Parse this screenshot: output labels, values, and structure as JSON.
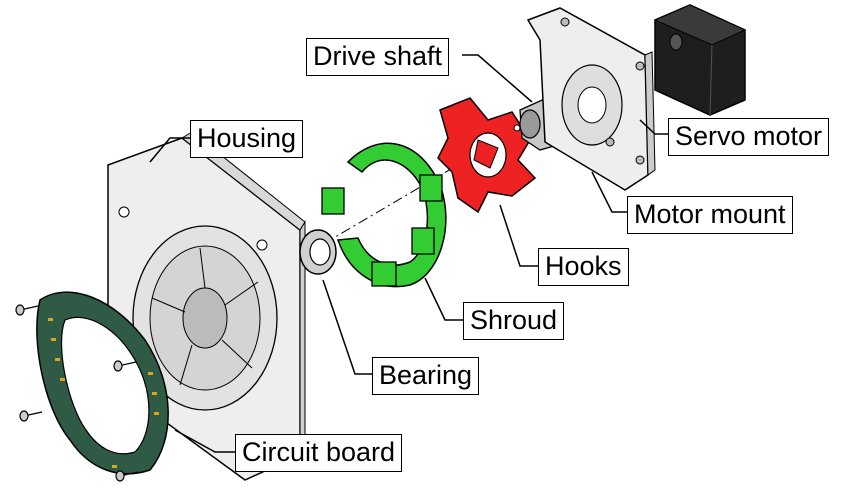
{
  "labels": {
    "drive_shaft": "Drive shaft",
    "housing": "Housing",
    "servo_motor": "Servo motor",
    "motor_mount": "Motor mount",
    "hooks": "Hooks",
    "shroud": "Shroud",
    "bearing": "Bearing",
    "circuit_board": "Circuit board"
  },
  "colors": {
    "shroud": "#33cc33",
    "hooks": "#ee2222",
    "circuit_board": "#2f5a46",
    "pads": "#d9a520",
    "housing": "#eeeeee",
    "motor": "#1e1e1e",
    "outline": "#000000"
  }
}
